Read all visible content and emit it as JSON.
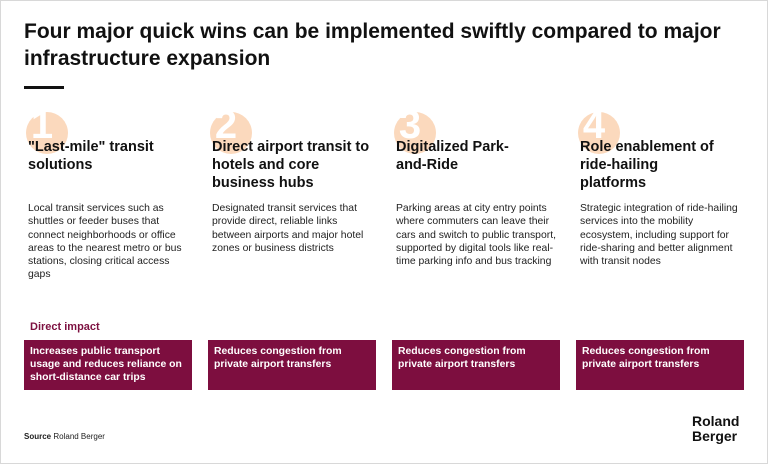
{
  "title": "Four major quick wins can be implemented swiftly compared to major infrastructure expansion",
  "columns": [
    {
      "number": "1",
      "heading": "\"Last-mile\" transit solutions",
      "description": "Local transit services such as shuttles or feeder buses that connect neighborhoods or office areas to the nearest metro or bus stations, closing critical access gaps",
      "impact": "Increases public transport usage and reduces reliance on short-distance car trips"
    },
    {
      "number": "2",
      "heading": "Direct airport transit to hotels and core business hubs",
      "description": "Designated transit services that provide direct, reliable links between airports and major hotel zones or business districts",
      "impact": "Reduces congestion from private airport transfers"
    },
    {
      "number": "3",
      "heading": "Digitalized Park-and-Ride",
      "description": "Parking areas at city entry points where commuters can leave their cars and switch to public transport, supported by digital tools like real-time parking info and bus tracking",
      "impact": "Reduces congestion from private airport transfers"
    },
    {
      "number": "4",
      "heading": "Role enablement of ride-hailing platforms",
      "description": "Strategic integration of ride-hailing services into the mobility ecosystem, including support for ride-sharing and better alignment with transit nodes",
      "impact": "Reduces congestion from private airport transfers"
    }
  ],
  "impact_label": "Direct impact",
  "source": {
    "label": "Source",
    "text": "Roland Berger"
  },
  "logo": {
    "line1": "Roland",
    "line2": "Berger"
  },
  "colors": {
    "accent": "#7d0e3f",
    "number_circle": "#fbd9bd"
  }
}
